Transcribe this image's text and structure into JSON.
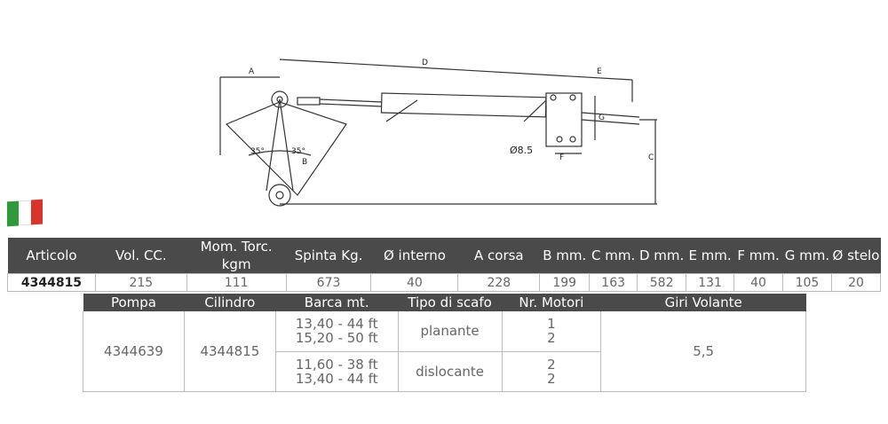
{
  "drawing": {
    "labels": [
      "A",
      "D",
      "E",
      "G",
      "C",
      "B",
      "F",
      "35°",
      "35°",
      "Ø8.5"
    ]
  },
  "flag": {
    "colors": [
      "#2e9a3a",
      "#ffffff",
      "#d9342b"
    ]
  },
  "specs": {
    "headers": [
      "Articolo",
      "Vol. CC.",
      "Mom. Torc. kgm",
      "Spinta Kg.",
      "Ø interno",
      "A corsa",
      "B mm.",
      "C mm.",
      "D mm.",
      "E mm.",
      "F mm.",
      "G mm.",
      "Ø stelo"
    ],
    "row": [
      "4344815",
      "215",
      "111",
      "673",
      "40",
      "228",
      "199",
      "163",
      "582",
      "131",
      "40",
      "105",
      "20"
    ]
  },
  "compat": {
    "headers": [
      "Pompa",
      "Cilindro",
      "Barca mt.",
      "Tipo di scafo",
      "Nr. Motori",
      "Giri Volante"
    ],
    "pompa": "4344639",
    "cilindro": "4344815",
    "giri": "5,5",
    "groups": [
      {
        "barca": [
          "13,40 - 44 ft",
          "15,20 - 50 ft"
        ],
        "tipo": "planante",
        "motori": [
          "1",
          "2"
        ]
      },
      {
        "barca": [
          "11,60 - 38 ft",
          "13,40 - 44 ft"
        ],
        "tipo": "dislocante",
        "motori": [
          "2",
          "2"
        ]
      }
    ]
  }
}
